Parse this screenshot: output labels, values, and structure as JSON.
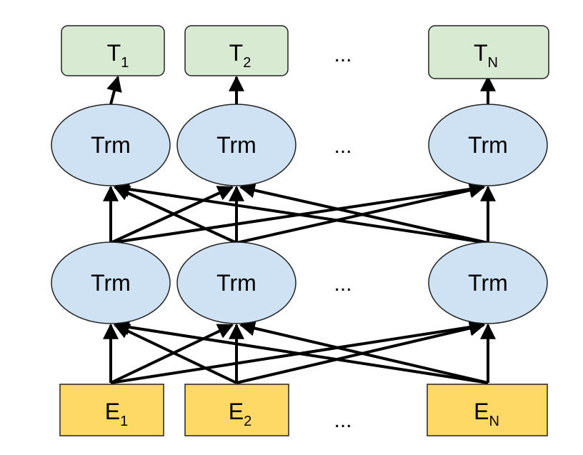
{
  "colors": {
    "output_fill": "#d9ead3",
    "trm_fill": "#cfe2f3",
    "embedding_fill": "#ffd966",
    "stroke": "#222222",
    "arrow": "#000000"
  },
  "outputs": [
    {
      "base": "T",
      "sub": "1"
    },
    {
      "base": "T",
      "sub": "2"
    },
    {
      "base": "T",
      "sub": "N"
    }
  ],
  "upper_layer": [
    "Trm",
    "Trm",
    "Trm"
  ],
  "lower_layer": [
    "Trm",
    "Trm",
    "Trm"
  ],
  "embeddings": [
    {
      "base": "E",
      "sub": "1"
    },
    {
      "base": "E",
      "sub": "2"
    },
    {
      "base": "E",
      "sub": "N"
    }
  ],
  "ellipsis": "..."
}
